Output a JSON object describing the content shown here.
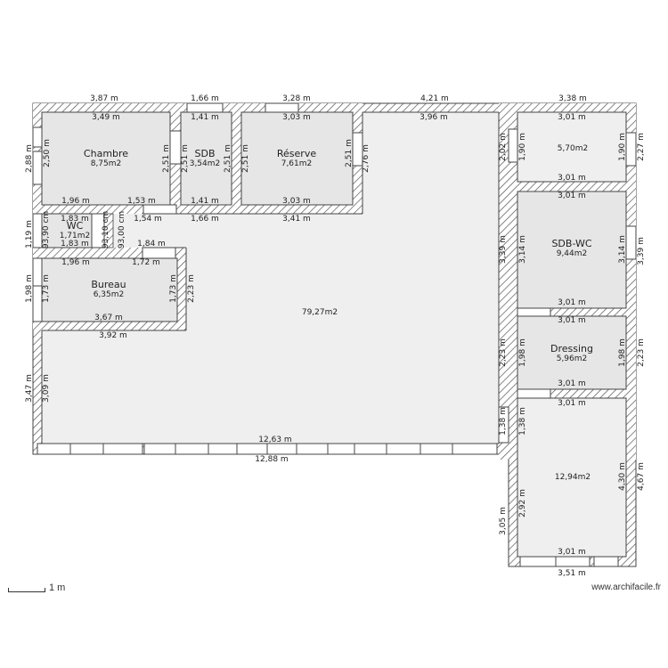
{
  "plan": {
    "colors": {
      "wall_fill": "#ffffff",
      "wall_hatch": "#555555",
      "wall_stroke": "#444444",
      "room_fill": "#e6e6e6",
      "main_room_fill": "#efefef",
      "opening_fill": "#ffffff"
    },
    "rooms": [
      {
        "id": "chambre",
        "name": "Chambre",
        "area": "8,75m2"
      },
      {
        "id": "sdb",
        "name": "SDB",
        "area": "3,54m2"
      },
      {
        "id": "reserve",
        "name": "Réserve",
        "area": "7,61m2"
      },
      {
        "id": "room-ne",
        "name": "",
        "area": "5,70m2"
      },
      {
        "id": "wc",
        "name": "WC",
        "area": "1,71m2"
      },
      {
        "id": "bureau",
        "name": "Bureau",
        "area": "6,35m2"
      },
      {
        "id": "main",
        "name": "",
        "area": "79,27m2"
      },
      {
        "id": "sdb-wc",
        "name": "SDB-WC",
        "area": "9,44m2"
      },
      {
        "id": "dressing",
        "name": "Dressing",
        "area": "5,96m2"
      },
      {
        "id": "room-se",
        "name": "",
        "area": "12,94m2"
      }
    ],
    "dimensions": {
      "top_ext_1": "3,87 m",
      "top_ext_2": "1,66 m",
      "top_ext_3": "3,28 m",
      "top_ext_4": "4,21 m",
      "top_ext_5": "3,38 m",
      "chambre_top": "3,49 m",
      "chambre_left": "2,50 m",
      "chambre_right": "2,51 m",
      "chambre_bottom_1": "1,96 m",
      "chambre_bottom_2": "1,53 m",
      "chambre_ext_left": "2,88 m",
      "sdb_top": "1,41 m",
      "sdb_bottom": "1,41 m",
      "sdb_left": "2,51 m",
      "sdb_right": "2,51 m",
      "reserve_top": "3,03 m",
      "reserve_bottom": "3,03 m",
      "reserve_left": "2,51 m",
      "reserve_right": "2,51 m",
      "reserve_ext_right": "2,76 m",
      "main_top": "3,96 m",
      "ne_top": "3,01 m",
      "ne_bottom": "3,01 m",
      "ne_left": "1,90 m",
      "ne_right": "1,90 m",
      "ne_ext_left": "2,02 m",
      "ne_ext_right": "2,27 m",
      "wc_top": "1,83 m",
      "wc_bottom": "1,83 m",
      "wc_left": "93,90 cm",
      "wc_right": "93,10 cm",
      "corridor_left": "93,00 cm",
      "wc_ext_left": "1,19 m",
      "corridor_top_1": "1,54 m",
      "corridor_top_2": "1,66 m",
      "corridor_top_3": "3,41 m",
      "corridor_bottom": "1,84 m",
      "bureau_top_1": "1,96 m",
      "bureau_top_2": "1,72 m",
      "bureau_left": "1,73 m",
      "bureau_right": "1,73 m",
      "bureau_bottom": "3,67 m",
      "bureau_ext_left": "1,98 m",
      "bureau_ext_right": "2,23 m",
      "bureau_ext_bottom": "3,92 m",
      "main_left_int": "3,09 m",
      "main_left_ext": "3,47 m",
      "main_bottom_int": "12,63 m",
      "main_bottom_ext": "12,88 m",
      "sdbwc_top": "3,01 m",
      "sdbwc_bottom": "3,01 m",
      "sdbwc_left": "3,14 m",
      "sdbwc_right": "3,14 m",
      "sdbwc_ext_left": "3,39 m",
      "sdbwc_ext_right": "3,39 m",
      "dressing_top": "3,01 m",
      "dressing_bottom": "3,01 m",
      "dressing_left": "1,98 m",
      "dressing_right": "1,98 m",
      "dressing_ext_left": "2,23 m",
      "dressing_ext_right": "2,23 m",
      "se_top": "3,01 m",
      "se_bottom": "3,01 m",
      "se_left_upper": "1,38 m",
      "se_left_upper_ext": "1,38 m",
      "se_left": "2,92 m",
      "se_left_ext": "3,05 m",
      "se_right": "4,30 m",
      "se_right_ext": "4,67 m",
      "se_ext_bottom": "3,51 m"
    }
  },
  "footer": {
    "scale_label": "1 m",
    "credit": "www.archifacile.fr"
  }
}
